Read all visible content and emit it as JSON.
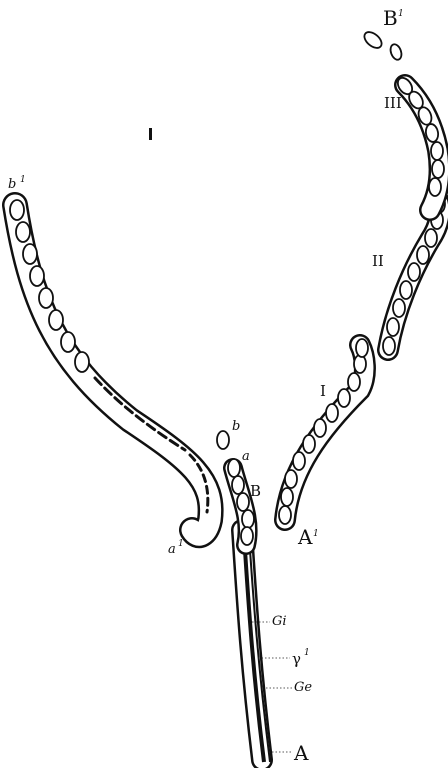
{
  "labels": {
    "B1": "B",
    "B1_sup": "1",
    "III": "III",
    "II": "II",
    "I": "I",
    "b1": "b",
    "b1_sup": "1",
    "b": "b",
    "a": "a",
    "B": "B",
    "a1": "a",
    "a1_sup": "1",
    "A1": "A",
    "A1_sup": "1",
    "Gi": "Gi",
    "Y1": "γ",
    "Y1_sup": "1",
    "Ge": "Ge",
    "A": "A"
  },
  "colors": {
    "ink": "#111111",
    "paper": "#ffffff"
  }
}
